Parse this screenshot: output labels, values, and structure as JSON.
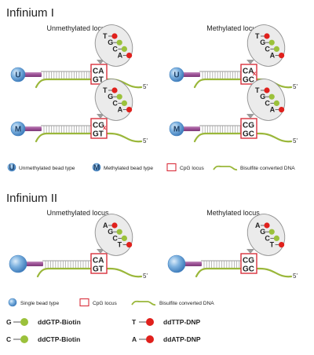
{
  "infinium1": {
    "title": "Infinium I",
    "col_left_title": "Unmethylated locus",
    "col_right_title": "Methylated locus",
    "rows": [
      {
        "bead_letter": "U",
        "left": {
          "top": "CA",
          "bottom": "GT",
          "mark": ""
        },
        "right": {
          "top": "CA",
          "bottom": "GC",
          "mark": "x"
        }
      },
      {
        "bead_letter": "M",
        "left": {
          "top": "CG",
          "bottom": "GT",
          "mark": "x"
        },
        "right": {
          "top": "CG",
          "bottom": "GC",
          "mark": ""
        }
      }
    ],
    "bubble_letters": [
      "T",
      "G",
      "C",
      "A"
    ],
    "strand_end": "5'",
    "legend": {
      "bead_u_letter": "U",
      "bead_u_label": "Unmethylated bead type",
      "bead_m_letter": "M",
      "bead_m_label": "Methylated bead type",
      "cpg_label": "CpG locus",
      "dna_label": "Bisulfite converted DNA"
    }
  },
  "infinium2": {
    "title": "Infinium II",
    "col_left_title": "Unmethylated locus",
    "col_right_title": "Methylated locus",
    "left": {
      "top": "CA",
      "bottom": "GT"
    },
    "right": {
      "top": "CG",
      "bottom": "GC"
    },
    "bubble_letters": [
      "A",
      "G",
      "C",
      "T"
    ],
    "strand_end": "5'",
    "legend": {
      "bead_label": "Single bead type",
      "cpg_label": "CpG locus",
      "dna_label": "Bisulfite converted DNA"
    },
    "key": [
      {
        "letter": "G",
        "color": "green",
        "label": "ddGTP-Biotin"
      },
      {
        "letter": "C",
        "color": "green",
        "label": "ddCTP-Biotin"
      },
      {
        "letter": "T",
        "color": "red",
        "label": "ddTTP-DNP"
      },
      {
        "letter": "A",
        "color": "red",
        "label": "ddATP-DNP"
      }
    ]
  },
  "colors": {
    "bead": "#6aa6d8",
    "bead_dark": "#3f7fbf",
    "linker": "#a4579f",
    "dna": "#9ab73a",
    "cpg_box": "#d9303c",
    "green_dot": "#9bc13b",
    "red_dot": "#e0201c",
    "bubble": "#ebebeb"
  }
}
